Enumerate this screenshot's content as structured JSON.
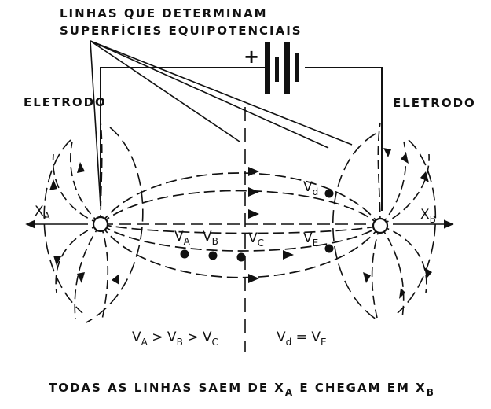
{
  "labels": {
    "title_line1": "LINHAS QUE DETERMINAM",
    "title_line2": "SUPERFÍCIES EQUIPOTENCIAIS",
    "electrode_left": "ELETRODO",
    "electrode_right": "ELETRODO",
    "battery_plus": "+",
    "xa_main": "X",
    "xa_sub": "A",
    "xb_main": "X",
    "xb_sub": "B",
    "va_main": "V",
    "va_sub": "A",
    "vb_main": "V",
    "vb_sub": "B",
    "vc_main": "V",
    "vc_sub": "C",
    "vd_main": "V",
    "vd_sub": "d",
    "ve_main": "V",
    "ve_sub": "E"
  },
  "relations": {
    "left": {
      "v1": "V",
      "s1": "A",
      "op1": " > ",
      "v2": "V",
      "s2": "B",
      "op2": " > ",
      "v3": "V",
      "s3": "C"
    },
    "right": {
      "v1": "V",
      "s1": "d",
      "op1": " = ",
      "v2": "V",
      "s2": "E"
    }
  },
  "caption": {
    "text1": "TODAS AS LINHAS SAEM DE X",
    "sub1": "A",
    "text2": " E CHEGAM EM X",
    "sub2": "B"
  },
  "colors": {
    "ink": "#111111",
    "paper": "#ffffff"
  }
}
